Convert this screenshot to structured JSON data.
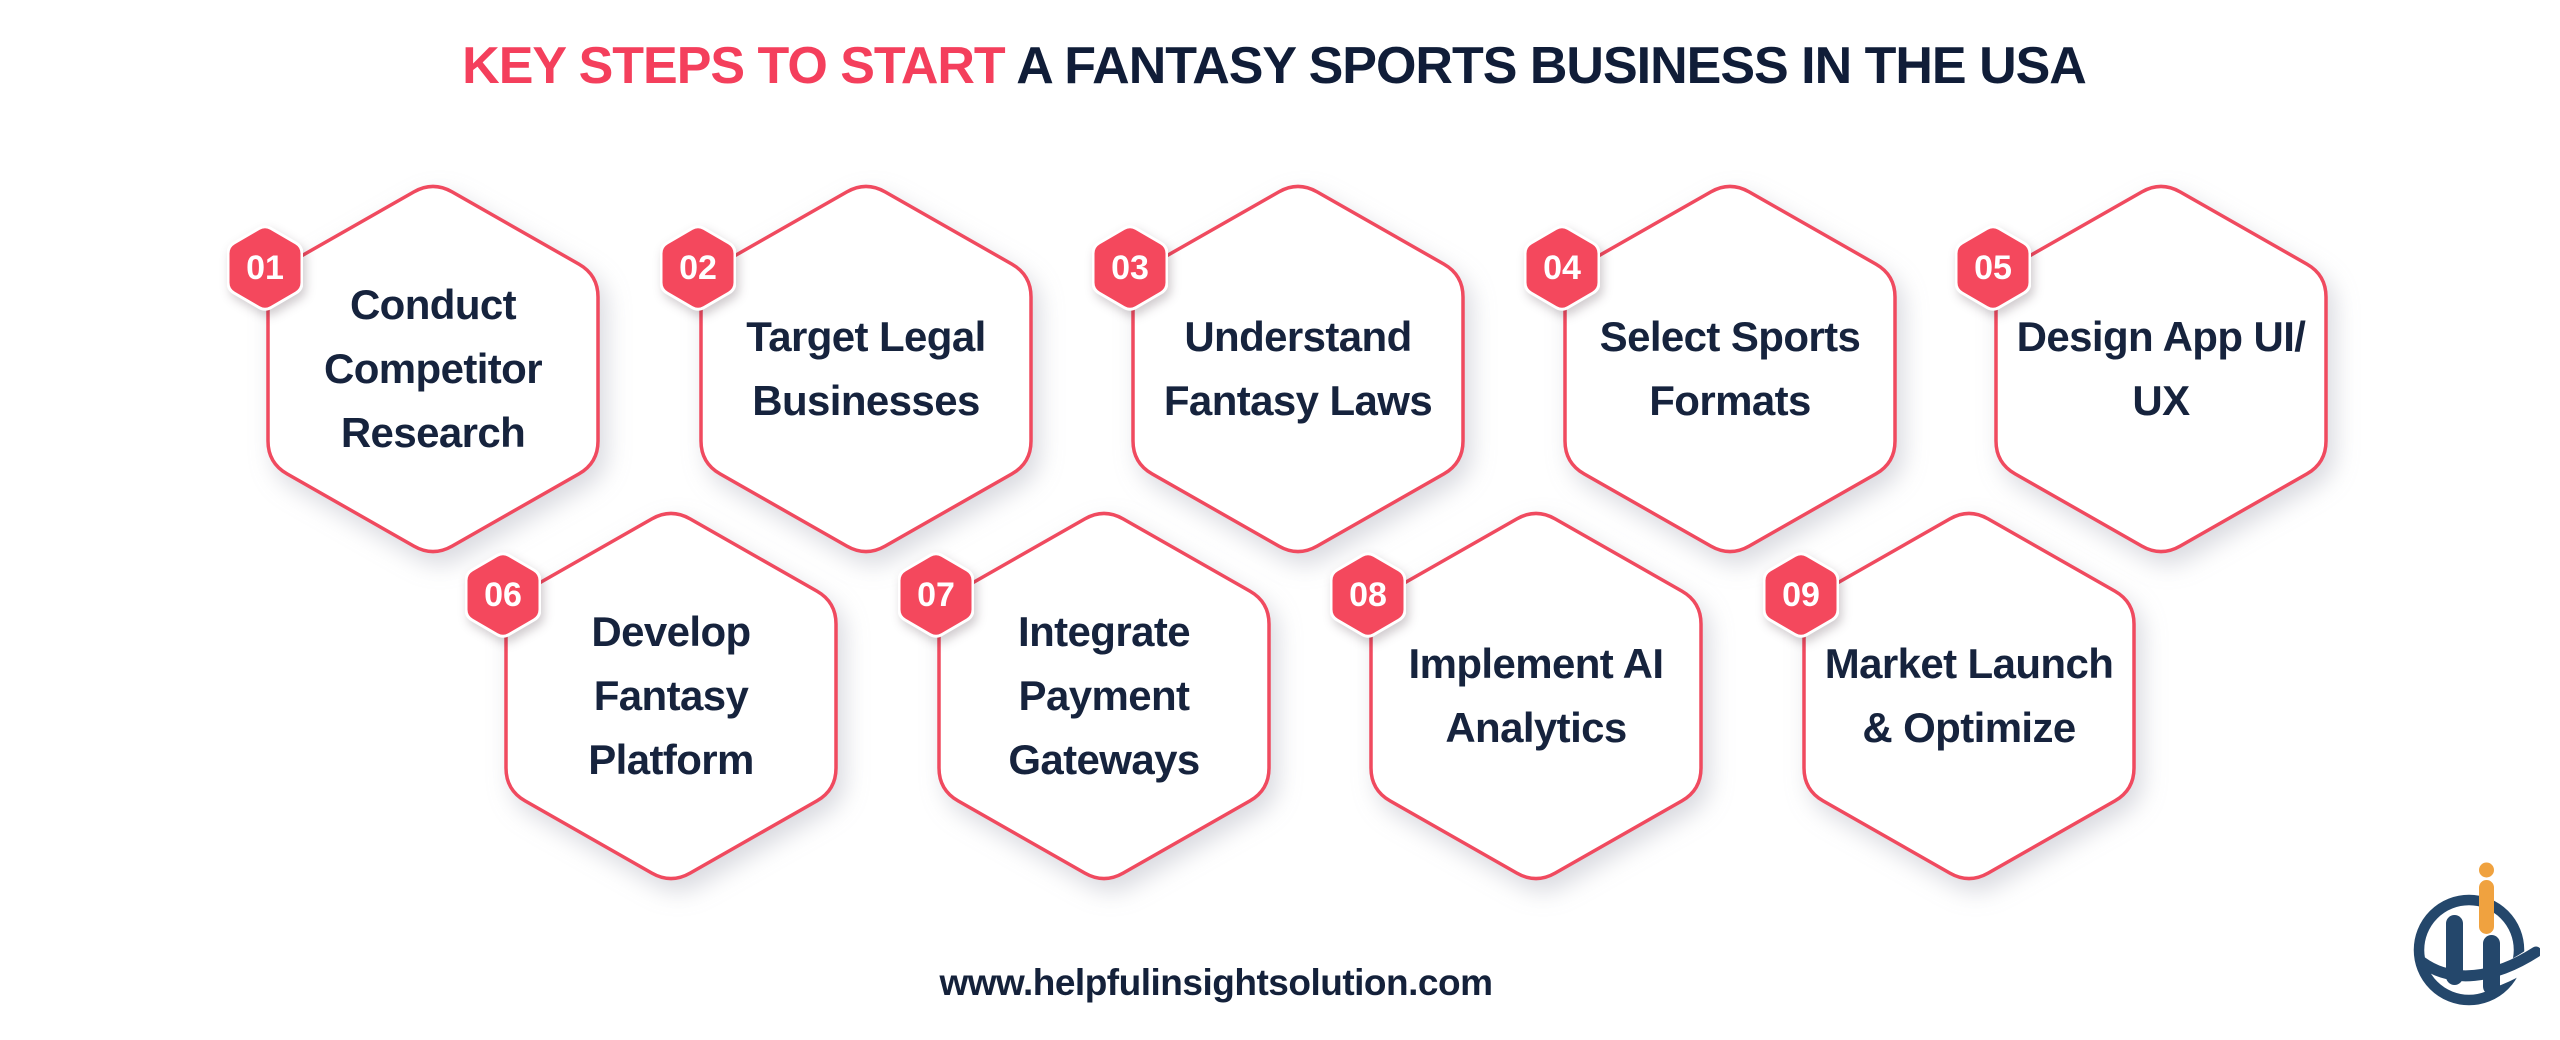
{
  "title": {
    "highlight": "KEY STEPS TO START ",
    "rest": "A FANTASY SPORTS BUSINESS IN THE USA",
    "highlight_color": "#f43f5c",
    "rest_color": "#101d38"
  },
  "steps": [
    {
      "number": "01",
      "title": "Conduct\nCompetitor\nResearch"
    },
    {
      "number": "02",
      "title": "Target Legal\nBusinesses"
    },
    {
      "number": "03",
      "title": "Understand\nFantasy Laws"
    },
    {
      "number": "04",
      "title": "Select Sports\nFormats"
    },
    {
      "number": "05",
      "title": "Design App UI/\nUX"
    },
    {
      "number": "06",
      "title": "Develop Fantasy\nPlatform"
    },
    {
      "number": "07",
      "title": "Integrate\nPayment\nGateways"
    },
    {
      "number": "08",
      "title": "Implement AI\nAnalytics"
    },
    {
      "number": "09",
      "title": "Market Launch\n& Optimize"
    }
  ],
  "footer": {
    "website": "www.helpfulinsightsolution.com"
  },
  "logo": {
    "letters": "Hi",
    "navy": "#24476b",
    "orange": "#f0a23f"
  },
  "colors": {
    "hexagon_border": "#f04a5f",
    "badge_fill": "#f4485d",
    "step_text": "#16233d",
    "background": "#ffffff"
  }
}
